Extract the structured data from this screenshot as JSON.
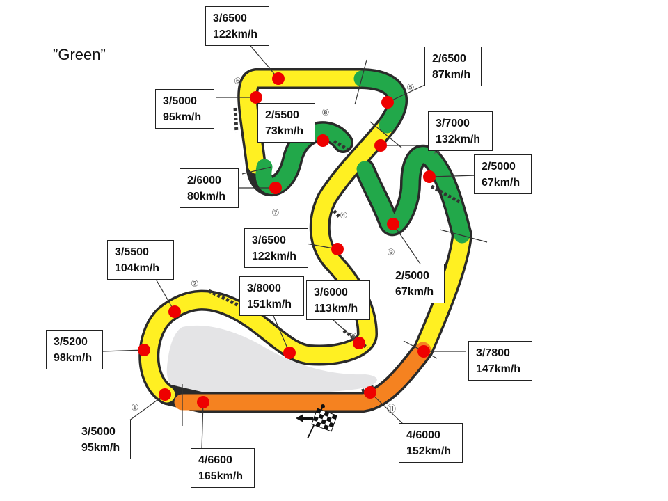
{
  "map": {
    "title": "”Green”",
    "colors": {
      "yellow_section": "#fff022",
      "green_section": "#22a84a",
      "orange_section": "#f58220",
      "track_outline": "#2a2a2a",
      "marker": "#ee0000",
      "infield": "#e4e4e6"
    },
    "corner_numbers": [
      "①",
      "②",
      "④",
      "⑤",
      "⑥",
      "⑦",
      "⑧",
      "⑨",
      "⑩",
      "⑪"
    ],
    "callouts": [
      {
        "id": "c1",
        "gear_rpm": "3/6500",
        "speed": "122km/h"
      },
      {
        "id": "c2",
        "gear_rpm": "2/6500",
        "speed": "87km/h"
      },
      {
        "id": "c3",
        "gear_rpm": "3/5000",
        "speed": "95km/h"
      },
      {
        "id": "c4",
        "gear_rpm": "2/5500",
        "speed": "73km/h"
      },
      {
        "id": "c5",
        "gear_rpm": "3/7000",
        "speed": "132km/h"
      },
      {
        "id": "c6",
        "gear_rpm": "2/5000",
        "speed": "67km/h"
      },
      {
        "id": "c7",
        "gear_rpm": "2/6000",
        "speed": "80km/h"
      },
      {
        "id": "c8",
        "gear_rpm": "3/6500",
        "speed": "122km/h"
      },
      {
        "id": "c9",
        "gear_rpm": "3/5500",
        "speed": "104km/h"
      },
      {
        "id": "c10",
        "gear_rpm": "2/5000",
        "speed": "67km/h"
      },
      {
        "id": "c11",
        "gear_rpm": "3/8000",
        "speed": "151km/h"
      },
      {
        "id": "c12",
        "gear_rpm": "3/6000",
        "speed": "113km/h"
      },
      {
        "id": "c13",
        "gear_rpm": "3/5200",
        "speed": "98km/h"
      },
      {
        "id": "c14",
        "gear_rpm": "3/7800",
        "speed": "147km/h"
      },
      {
        "id": "c15",
        "gear_rpm": "3/5000",
        "speed": "95km/h"
      },
      {
        "id": "c16",
        "gear_rpm": "4/6000",
        "speed": "152km/h"
      },
      {
        "id": "c17",
        "gear_rpm": "4/6600",
        "speed": "165km/h"
      }
    ]
  }
}
